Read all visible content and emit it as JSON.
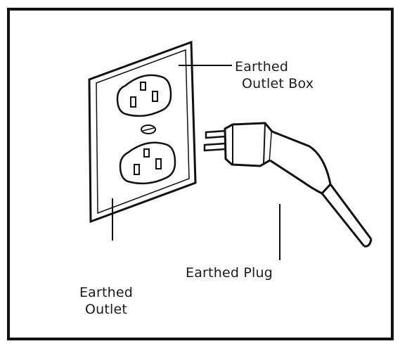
{
  "labels": {
    "outlet_box": {
      "line1": "Earthed",
      "line2": "Outlet Box"
    },
    "plug": {
      "text": "Earthed Plug"
    },
    "outlet": {
      "line1": "Earthed",
      "line2": "Outlet"
    }
  },
  "colors": {
    "ink": "#111111",
    "background": "#ffffff"
  }
}
